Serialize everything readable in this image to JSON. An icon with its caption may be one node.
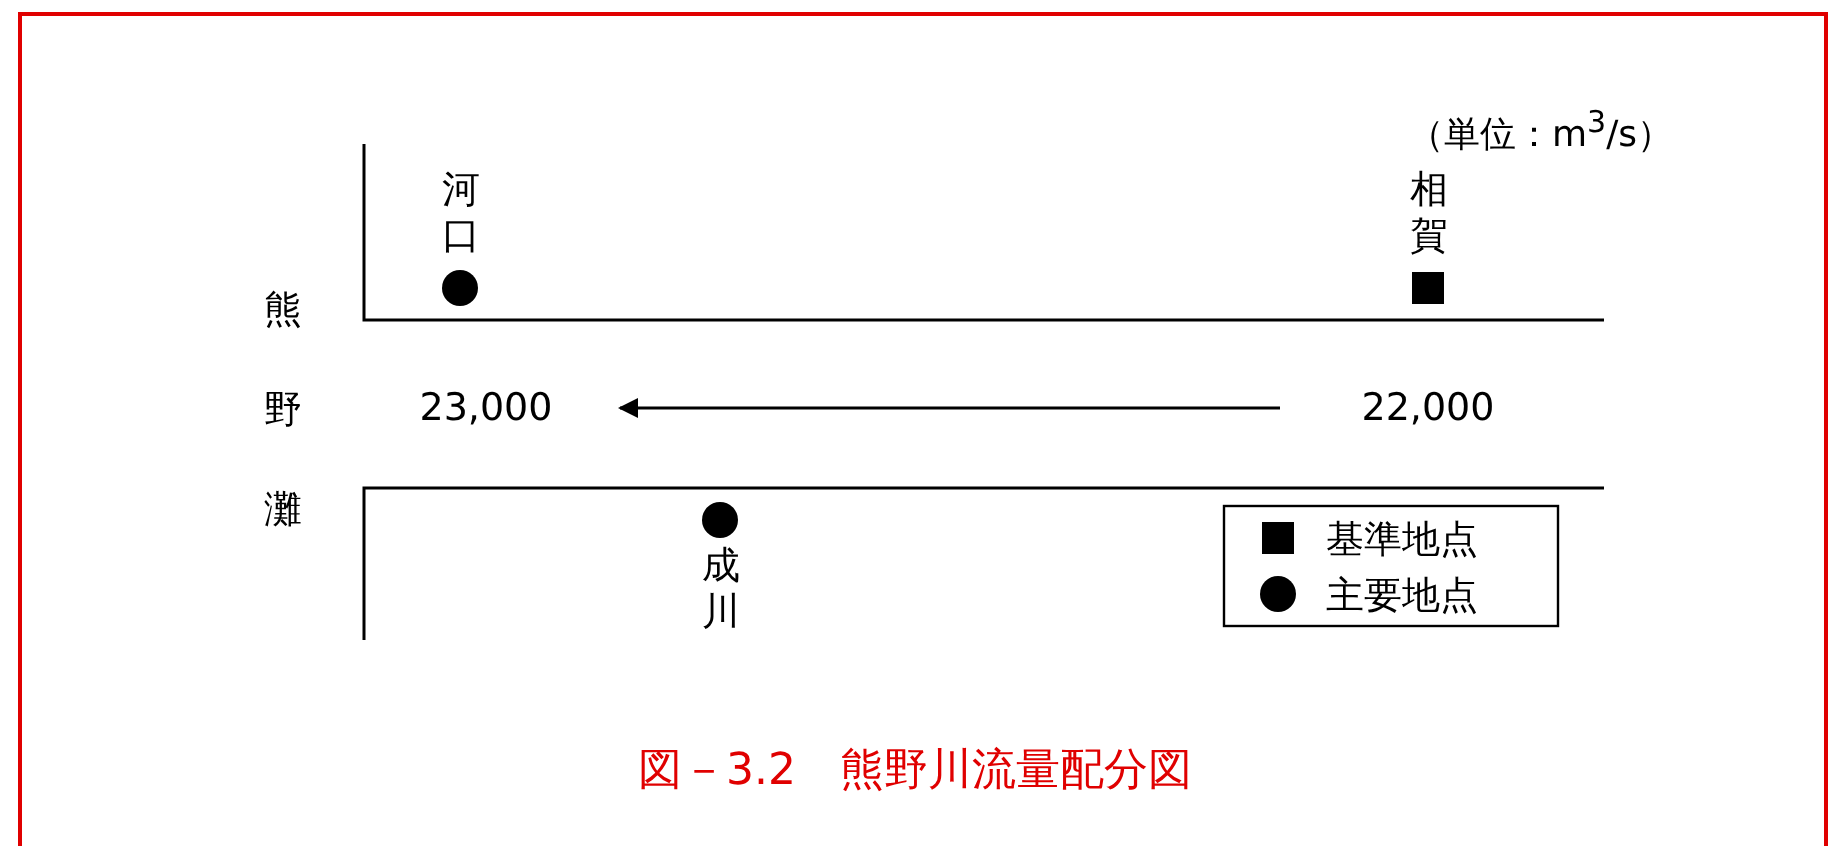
{
  "diagram": {
    "caption": "図－3.2　熊野川流量配分図",
    "nodes": [
      {
        "text": [
          "23,000"
        ]
      },
      {
        "text": [
          "22,000"
        ]
      }
    ],
    "edges": [
      {
        "from": 1,
        "to": 0,
        "arrow": "to"
      }
    ],
    "labels": [
      "（単位：m$^{3}$/s）",
      "河口",
      "相賀",
      "熊野灘",
      "成川"
    ],
    "legend": [
      {
        "text": "基準地点"
      },
      {
        "text": "主要地点"
      }
    ]
  }
}
